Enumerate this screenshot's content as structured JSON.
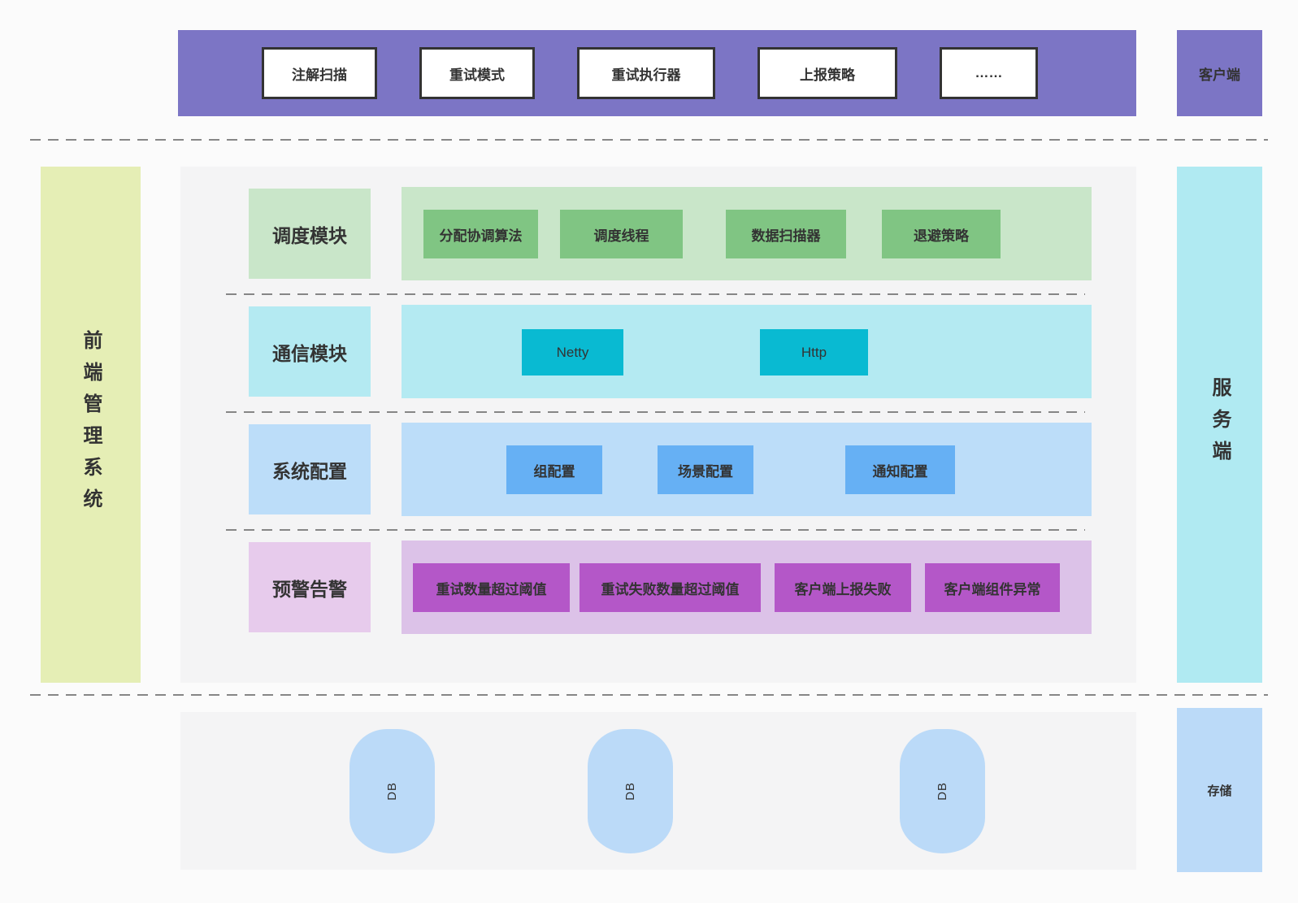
{
  "diagram_title": "retry-platform-architecture",
  "client_band": {
    "side_label": "客户端",
    "modules": [
      "注解扫描",
      "重试模式",
      "重试执行器",
      "上报策略",
      "……"
    ]
  },
  "left_bar": {
    "label": "前端管理系统"
  },
  "right_bar": {
    "label": "服务端"
  },
  "server_rows": [
    {
      "id": "scheduling",
      "label": "调度模块",
      "items": [
        "分配协调算法",
        "调度线程",
        "数据扫描器",
        "退避策略"
      ]
    },
    {
      "id": "communication",
      "label": "通信模块",
      "items": [
        "Netty",
        "Http"
      ]
    },
    {
      "id": "system-config",
      "label": "系统配置",
      "items": [
        "组配置",
        "场景配置",
        "通知配置"
      ]
    },
    {
      "id": "alerting",
      "label": "预警告警",
      "items": [
        "重试数量超过阈值",
        "重试失败数量超过阈值",
        "客户端上报失败",
        "客户端组件异常"
      ]
    }
  ],
  "storage": {
    "side_label": "存储",
    "databases": [
      "DB",
      "DB",
      "DB"
    ]
  },
  "colors": {
    "client_band_bg": "#7c75c5",
    "frontend_bar_bg": "#e5eeb5",
    "server_bar_bg": "#b0eaf2",
    "panel_bg": "#f4f4f5",
    "scheduling_light": "#c9e6c9",
    "scheduling_accent": "#80c583",
    "communication_light": "#b4eaf2",
    "communication_accent": "#09bad2",
    "config_light": "#bcddf9",
    "config_accent": "#66b0f4",
    "alert_label": "#e7cbec",
    "alert_light": "#dcc2e8",
    "alert_accent": "#b457c8",
    "storage_bg": "#bbdaf8",
    "dash_line": "#868686",
    "text": "#333333"
  }
}
